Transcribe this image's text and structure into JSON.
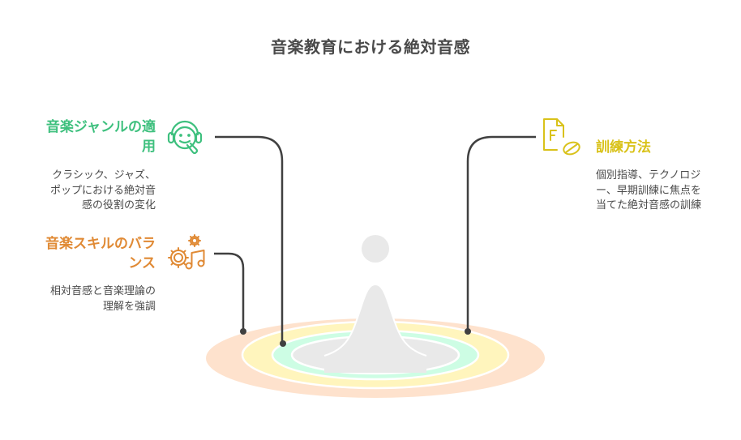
{
  "title": "音楽教育における絶対音感",
  "colors": {
    "green": "#3ec07e",
    "orange": "#e08a35",
    "yellow": "#d9c21a",
    "connector": "#404040",
    "ring_outer": "#fee2cd",
    "ring_yellow": "#fff5bd",
    "ring_green": "#cdfde4",
    "center_gray": "#e9e9e9"
  },
  "sections": {
    "genre": {
      "heading_line1": "音楽ジャンルの適",
      "heading_line2": "用",
      "desc_line1": "クラシック、ジャズ、",
      "desc_line2": "ポップにおける絶対音",
      "desc_line3": "感の役割の変化",
      "icon": "headset-smile-icon"
    },
    "skills": {
      "heading_line1": "音楽スキルのバラ",
      "heading_line2": "ンス",
      "desc_line1": "相対音感と音楽理論の",
      "desc_line2": "理解を強調",
      "icon": "gears-music-note-icon"
    },
    "training": {
      "heading": "訓練方法",
      "desc_line1": "個別指導、テクノロジ",
      "desc_line2": "ー、早期訓練に焦点を",
      "desc_line3": "当てた絶対音感の訓練",
      "icon": "document-pill-icon"
    }
  }
}
